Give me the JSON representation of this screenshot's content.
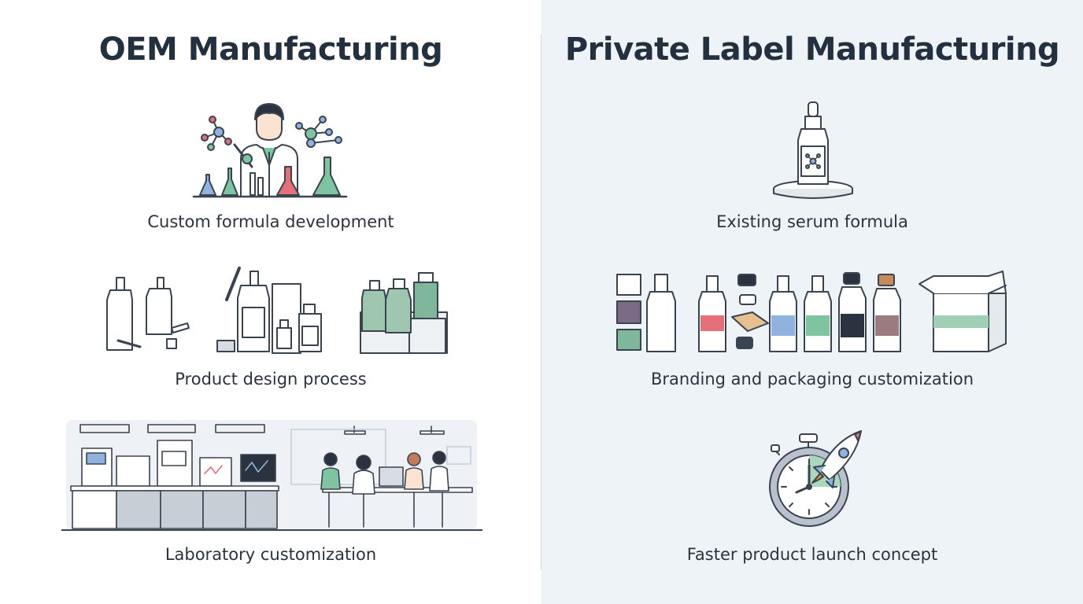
{
  "left": {
    "title": "OEM Manufacturing",
    "items": [
      {
        "caption": "Custom formula development",
        "icon": "scientist-icon"
      },
      {
        "caption": "Product design process",
        "icon": "bottle-design-icon"
      },
      {
        "caption": "Laboratory customization",
        "icon": "laboratory-icon"
      }
    ]
  },
  "right": {
    "title": "Private Label Manufacturing",
    "items": [
      {
        "caption": "Existing serum formula",
        "icon": "serum-bottle-icon"
      },
      {
        "caption": "Branding and packaging customization",
        "icon": "packaging-icon"
      },
      {
        "caption": "Faster product launch concept",
        "icon": "stopwatch-rocket-icon"
      }
    ]
  },
  "colors": {
    "title": "#22303f",
    "text": "#2b3340",
    "left_bg": "#ffffff",
    "right_bg": "#eef3f7",
    "accent_green": "#7fc4a0",
    "accent_red": "#e5707a",
    "accent_blue": "#8fb3de",
    "accent_purple": "#7b6b86"
  }
}
